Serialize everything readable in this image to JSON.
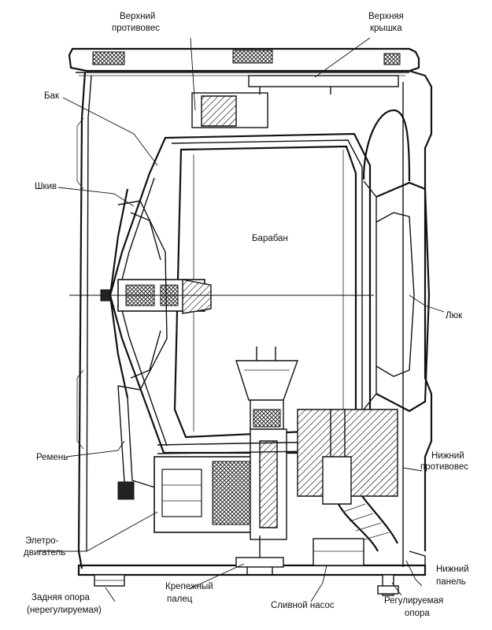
{
  "labels": {
    "top_counterweight_1": "Верхний",
    "top_counterweight_2": "противовес",
    "top_cover_1": "Верхняя",
    "top_cover_2": "крышка",
    "tank": "Бак",
    "pulley": "Шкив",
    "drum": "Барабан",
    "hatch": "Люк",
    "belt": "Ремень",
    "bottom_counterweight_1": "Нижний",
    "bottom_counterweight_2": "противовес",
    "motor_1": "Элетро-",
    "motor_2": "двигатель",
    "bottom_panel_1": "Нижний",
    "bottom_panel_2": "панель",
    "rear_support_1": "Задняя опора",
    "rear_support_2": "(нерегулируемая)",
    "fixing_pin_1": "Крепежный",
    "fixing_pin_2": "палец",
    "drain_pump": "Сливной насос",
    "adjustable_support_1": "Регулируемая",
    "adjustable_support_2": "опора"
  }
}
